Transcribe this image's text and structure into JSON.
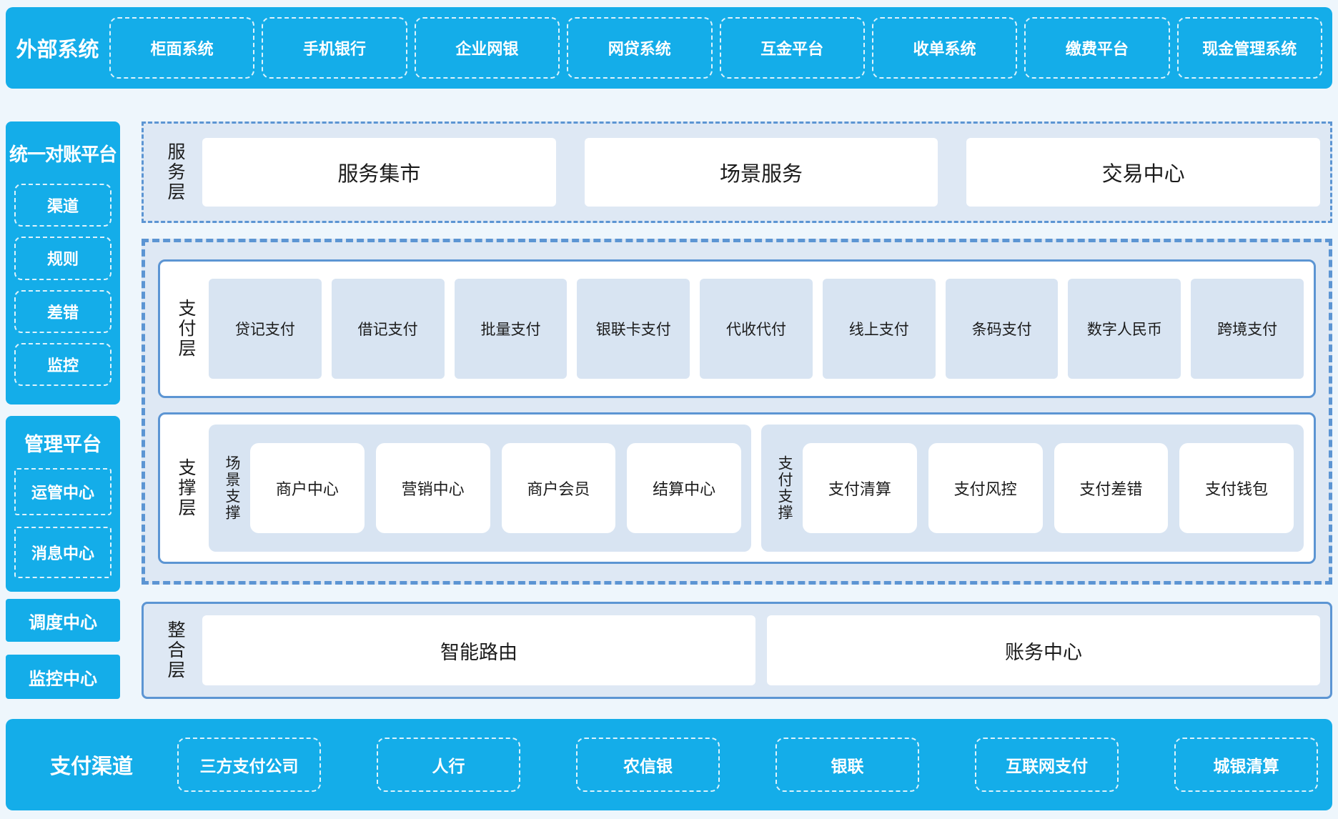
{
  "colors": {
    "brand_blue": "#14ade9",
    "panel_bg": "#dee8f4",
    "tile_bg": "#d8e4f2",
    "border_blue": "#5c95d3",
    "page_bg": "#eef6fc",
    "text_dark": "#1b1b1b",
    "text_white": "#ffffff"
  },
  "external_systems": {
    "title": "外部系统",
    "items": [
      "柜面系统",
      "手机银行",
      "企业网银",
      "网贷系统",
      "互金平台",
      "收单系统",
      "缴费平台",
      "现金管理系统"
    ]
  },
  "sidebar": {
    "reconciliation": {
      "title": "统一对账平台",
      "items": [
        "渠道",
        "规则",
        "差错",
        "监控"
      ]
    },
    "management": {
      "title": "管理平台",
      "items": [
        "运管中心",
        "消息中心"
      ]
    },
    "dispatch_center": "调度中心",
    "monitor_center": "监控中心"
  },
  "service_layer": {
    "label": "服务层",
    "items": [
      "服务集市",
      "场景服务",
      "交易中心"
    ]
  },
  "payment_layer": {
    "label": "支付层",
    "items": [
      "贷记支付",
      "借记支付",
      "批量支付",
      "银联卡支付",
      "代收代付",
      "线上支付",
      "条码支付",
      "数字人民币",
      "跨境支付"
    ]
  },
  "support_layer": {
    "label": "支撑层",
    "groups": [
      {
        "label": "场景支撑",
        "items": [
          "商户中心",
          "营销中心",
          "商户会员",
          "结算中心"
        ]
      },
      {
        "label": "支付支撑",
        "items": [
          "支付清算",
          "支付风控",
          "支付差错",
          "支付钱包"
        ]
      }
    ]
  },
  "integration_layer": {
    "label": "整合层",
    "items": [
      "智能路由",
      "账务中心"
    ]
  },
  "payment_channels": {
    "title": "支付渠道",
    "items": [
      "三方支付公司",
      "人行",
      "农信银",
      "银联",
      "互联网支付",
      "城银清算"
    ]
  }
}
